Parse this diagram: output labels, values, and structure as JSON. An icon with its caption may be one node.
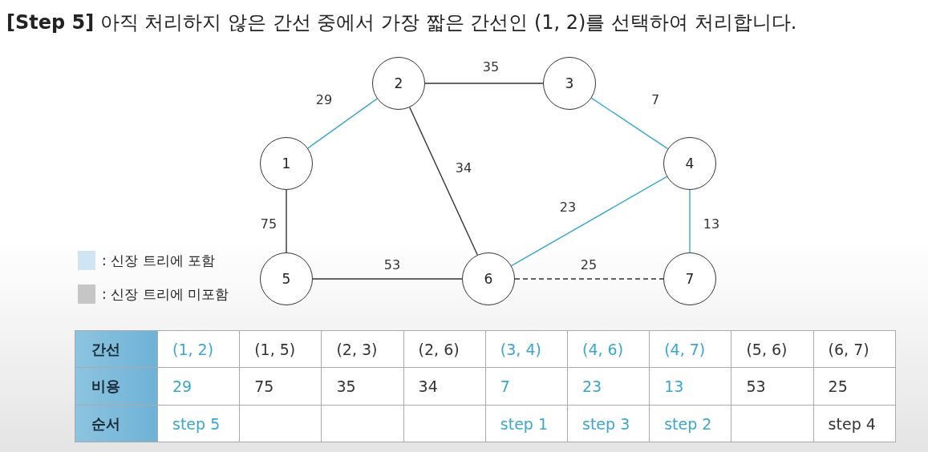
{
  "diagram": {
    "title": "**[Step 5]** 아직 처리하지 않은 간선 중에서 가장 짧은 간선인 (1, 2)를 선택하여 처리합니다.",
    "nodes": [
      {
        "text": [
          "1"
        ]
      },
      {
        "text": [
          "2"
        ]
      },
      {
        "text": [
          "3"
        ]
      },
      {
        "text": [
          "4"
        ]
      },
      {
        "text": [
          "5"
        ]
      },
      {
        "text": [
          "6"
        ]
      },
      {
        "text": [
          "7"
        ]
      }
    ],
    "edges": [
      {
        "from": 0,
        "to": 1,
        "arrow": "none",
        "label": "29",
        "color": "#3aa6cf"
      },
      {
        "from": 0,
        "to": 4,
        "arrow": "none",
        "label": "75"
      },
      {
        "from": 1,
        "to": 2,
        "arrow": "none",
        "label": "35"
      },
      {
        "from": 1,
        "to": 5,
        "arrow": "none",
        "label": "34"
      },
      {
        "from": 2,
        "to": 3,
        "arrow": "none",
        "label": "7",
        "color": "#3aa6cf"
      },
      {
        "from": 3,
        "to": 5,
        "arrow": "none",
        "label": "23",
        "color": "#3aa6cf"
      },
      {
        "from": 3,
        "to": 6,
        "arrow": "none",
        "label": "13",
        "color": "#3aa6cf"
      },
      {
        "from": 4,
        "to": 5,
        "arrow": "none",
        "label": "53"
      },
      {
        "from": 5,
        "to": 6,
        "arrow": "none",
        "label": "25",
        "style": "dashed"
      }
    ],
    "labels": [
      "간선",
      "(1, 2)",
      "(1, 5)",
      "(2, 3)",
      "(2, 6)",
      "(3, 4)",
      "(4, 6)",
      "(4, 7)",
      "(5, 6)",
      "(6, 7)",
      "비용",
      "29",
      "75",
      "35",
      "34",
      "7",
      "23",
      "13",
      "53",
      "25",
      "순서",
      "step 5",
      "step 1",
      "step 3",
      "step 2",
      "step 4"
    ],
    "legend": [
      {
        "text": ": 신장 트리에 포함",
        "color": "#cfe5f4"
      },
      {
        "text": ": 신장 트리에 미포함",
        "color": "#c6c6c6"
      }
    ]
  }
}
